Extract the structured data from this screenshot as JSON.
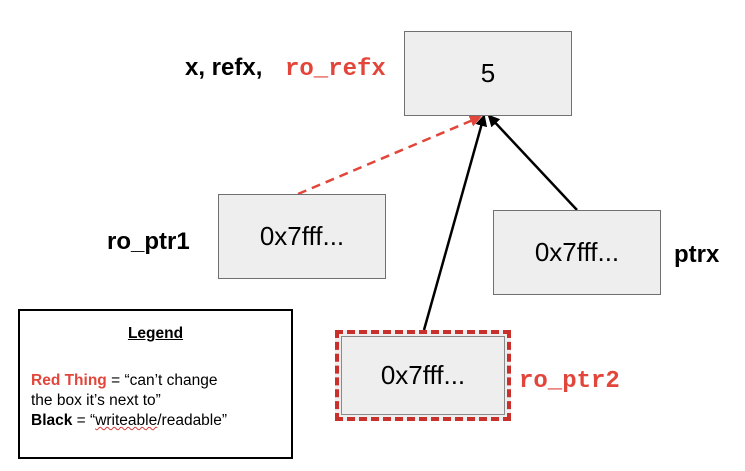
{
  "diagram": {
    "boxes": {
      "x_box": {
        "value": "5"
      },
      "ro_ptr1_box": {
        "value": "0x7fff..."
      },
      "ptrx_box": {
        "value": "0x7fff..."
      },
      "ro_ptr2_box": {
        "value": "0x7fff..."
      }
    },
    "labels": {
      "x_refx": "x, refx,",
      "ro_refx": "ro_refx",
      "ro_ptr1": "ro_ptr1",
      "ptrx": "ptrx",
      "ro_ptr2": "ro_ptr2"
    },
    "arrows": [
      {
        "from": "ro_ptr1",
        "to": "x",
        "style": "dashed",
        "color": "#e2463a"
      },
      {
        "from": "ro_ptr2",
        "to": "x",
        "style": "solid",
        "color": "#000000"
      },
      {
        "from": "ptrx",
        "to": "x",
        "style": "solid",
        "color": "#000000"
      }
    ]
  },
  "legend": {
    "title": "Legend",
    "red_term": "Red Thing",
    "red_def_line1": " = “can’t change",
    "red_def_line2": "the box it’s next to”",
    "black_term": "Black",
    "black_def_prefix": " = “",
    "black_def_word": "writeable",
    "black_def_suffix": "/readable”"
  },
  "colors": {
    "red": "#e2463a",
    "dark_red_border": "#c9302c",
    "box_fill": "#eeeeee",
    "box_border": "#707070"
  }
}
